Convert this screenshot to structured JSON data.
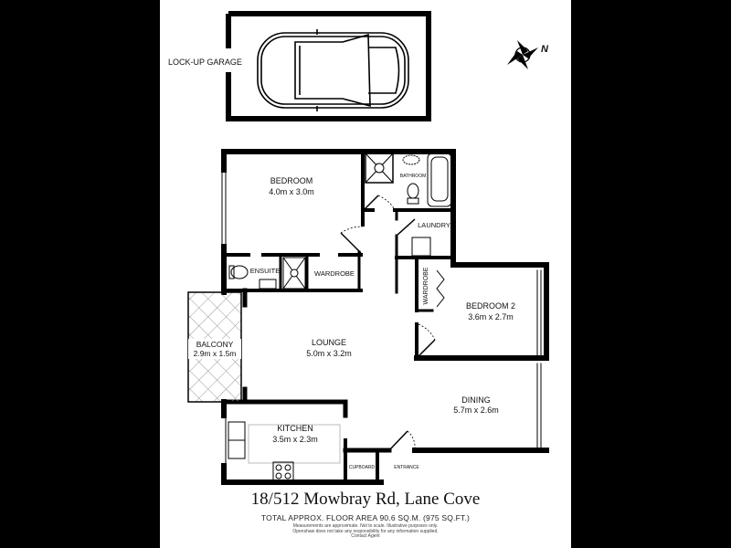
{
  "plan": {
    "address": "18/512 Mowbray Rd, Lane Cove",
    "floor_area": "TOTAL APPROX. FLOOR AREA 90.6 SQ.M. (975 SQ.FT.)",
    "disclaimer": [
      "Measurements are approximate. Not to scale. Illustrative purposes only.",
      "Openshaw does not take any responsibility for any information supplied.",
      "Contact Agent"
    ],
    "compass_icon": "compass-rose-icon",
    "north_label": "N"
  },
  "rooms": {
    "garage": {
      "name": "LOCK-UP GARAGE"
    },
    "bedroom": {
      "name": "BEDROOM",
      "size": "4.0m x 3.0m"
    },
    "bathroom": {
      "name": "BATHROOM"
    },
    "laundry": {
      "name": "LAUNDRY"
    },
    "ensuite": {
      "name": "ENSUITE"
    },
    "wardrobe1": {
      "name": "WARDROBE"
    },
    "wardrobe2": {
      "name": "WARDROBE"
    },
    "bedroom2": {
      "name": "BEDROOM 2",
      "size": "3.6m x 2.7m"
    },
    "balcony": {
      "name": "BALCONY",
      "size": "2.9m x 1.5m"
    },
    "lounge": {
      "name": "LOUNGE",
      "size": "5.0m x 3.2m"
    },
    "dining": {
      "name": "DINING",
      "size": "5.7m x 2.6m"
    },
    "kitchen": {
      "name": "KITCHEN",
      "size": "3.5m x 2.3m"
    },
    "cupboard": {
      "name": "CUPBOARD"
    },
    "entrance": {
      "name": "ENTRANCE"
    }
  },
  "colors": {
    "background": "#000000",
    "sheet": "#ffffff",
    "wall": "#000000",
    "hatch": "#888888"
  }
}
